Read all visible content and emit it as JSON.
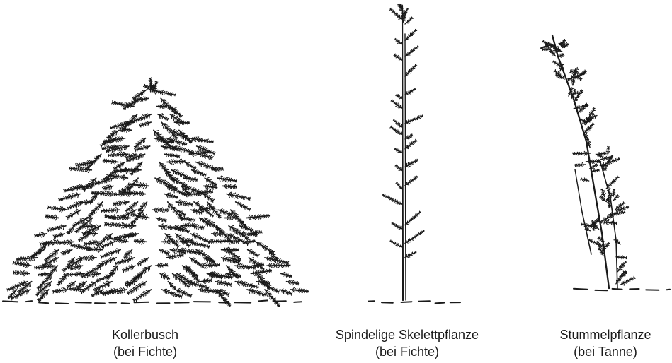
{
  "figures": [
    {
      "name_line1": "Kollerbusch",
      "name_line2": "(bei Fichte)"
    },
    {
      "name_line1": "Spindelige Skelettpflanze",
      "name_line2": "(bei Fichte)"
    },
    {
      "name_line1": "Stummelpflanze",
      "name_line2": "(bei Tanne)"
    }
  ],
  "ink_color": "#1a1a1a"
}
